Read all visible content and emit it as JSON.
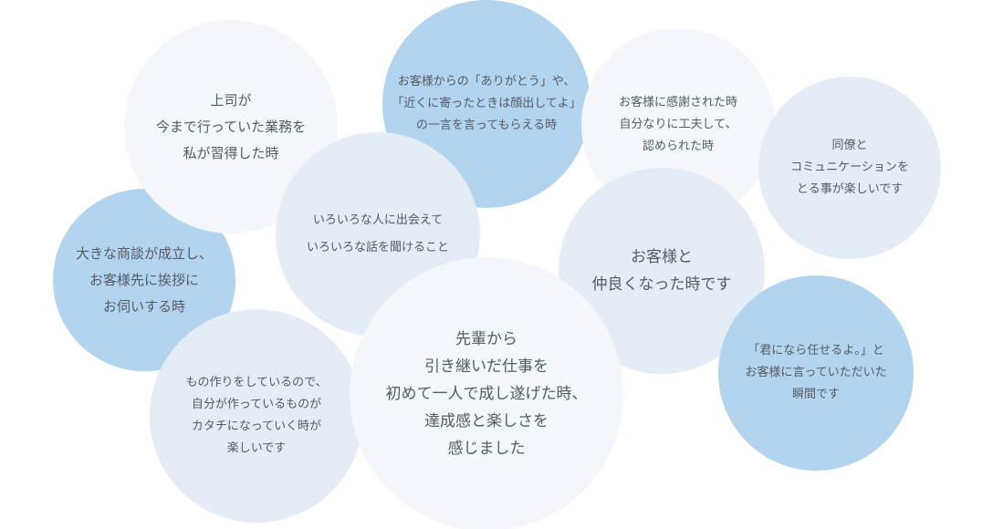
{
  "bubbles": [
    {
      "id": "b1",
      "text": "上司が\n今まで行っていた業務を\n私が習得した時"
    },
    {
      "id": "b2",
      "text": "お客様からの「ありがとう」や、\n「近くに寄ったときは顔出してよ」\nの一言を言ってもらえる時"
    },
    {
      "id": "b3",
      "text": "お客様に感謝された時\n自分なりに工夫して、\n認められた時"
    },
    {
      "id": "b4",
      "text": "同僚と\nコミュニケーションを\nとる事が楽しいです"
    },
    {
      "id": "b5",
      "text": "大きな商談が成立し、\nお客様先に挨拶に\nお伺いする時"
    },
    {
      "id": "b6",
      "text": "いろいろな人に出会えて\nいろいろな話を聞けること"
    },
    {
      "id": "b7",
      "text": "お客様と\n仲良くなった時です"
    },
    {
      "id": "b8",
      "text": "「君になら任せるよ。」と\nお客様に言っていただいた\n瞬間です"
    },
    {
      "id": "b9",
      "text": "もの作りをしているので、\n自分が作っているものが\nカタチになっていく時が\n楽しいです"
    },
    {
      "id": "b10",
      "text": "先輩から\n引き継いだ仕事を\n初めて一人で成し遂げた時、\n達成感と楽しさを\n感じました"
    }
  ],
  "colors": {
    "blue": "#b3d4ef",
    "light": "#e4edf6",
    "pale": "#f3f7fb",
    "text": "#555b63"
  }
}
